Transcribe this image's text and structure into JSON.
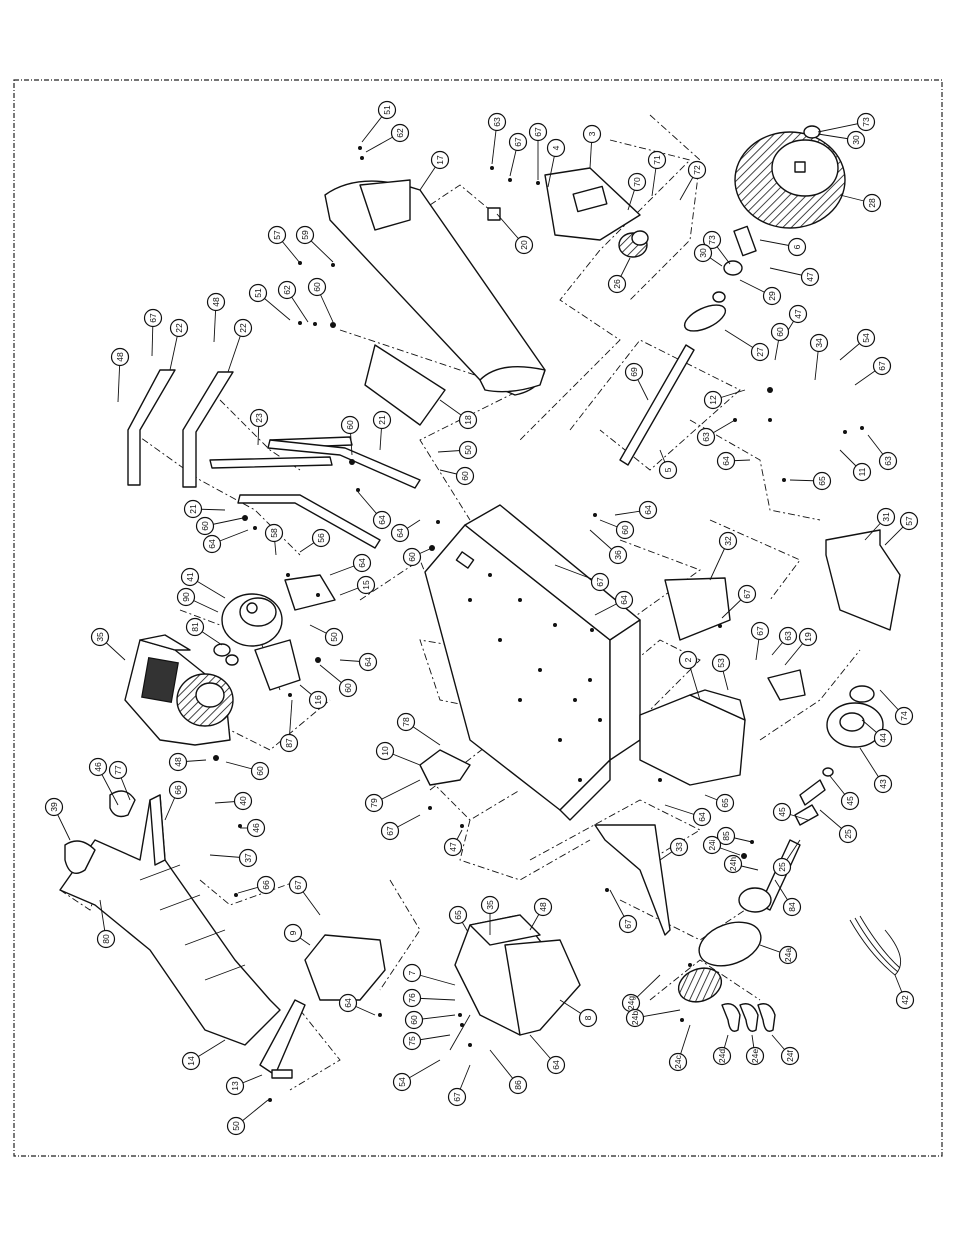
{
  "diagram": {
    "callouts": [
      {
        "id": "c51a",
        "label": "51"
      },
      {
        "id": "c62a",
        "label": "62"
      },
      {
        "id": "c17",
        "label": "17"
      },
      {
        "id": "c63a",
        "label": "63"
      },
      {
        "id": "c67a",
        "label": "67"
      },
      {
        "id": "c67b",
        "label": "67"
      },
      {
        "id": "c4",
        "label": "4"
      },
      {
        "id": "c3",
        "label": "3"
      },
      {
        "id": "c20",
        "label": "20"
      },
      {
        "id": "c73a",
        "label": "73"
      },
      {
        "id": "c30a",
        "label": "30"
      },
      {
        "id": "c28",
        "label": "28"
      },
      {
        "id": "c70",
        "label": "70"
      },
      {
        "id": "c71",
        "label": "71"
      },
      {
        "id": "c72",
        "label": "72"
      },
      {
        "id": "c26",
        "label": "26"
      },
      {
        "id": "c6",
        "label": "6"
      },
      {
        "id": "c73b",
        "label": "73"
      },
      {
        "id": "c30b",
        "label": "30"
      },
      {
        "id": "c47a",
        "label": "47"
      },
      {
        "id": "c29",
        "label": "29"
      },
      {
        "id": "c27",
        "label": "27"
      },
      {
        "id": "c57a",
        "label": "57"
      },
      {
        "id": "c59a",
        "label": "59"
      },
      {
        "id": "c51b",
        "label": "51"
      },
      {
        "id": "c62b",
        "label": "62"
      },
      {
        "id": "c60a",
        "label": "60"
      },
      {
        "id": "c18",
        "label": "18"
      },
      {
        "id": "c67c",
        "label": "67"
      },
      {
        "id": "c22a",
        "label": "22"
      },
      {
        "id": "c48a",
        "label": "48"
      },
      {
        "id": "c22b",
        "label": "22"
      },
      {
        "id": "c48b",
        "label": "48"
      },
      {
        "id": "c23",
        "label": "23"
      },
      {
        "id": "c69",
        "label": "69"
      },
      {
        "id": "c47b",
        "label": "47"
      },
      {
        "id": "c60b",
        "label": "60"
      },
      {
        "id": "c34",
        "label": "34"
      },
      {
        "id": "c54a",
        "label": "54"
      },
      {
        "id": "c12",
        "label": "12"
      },
      {
        "id": "c67d",
        "label": "67"
      },
      {
        "id": "c63b",
        "label": "63"
      },
      {
        "id": "c5",
        "label": "5"
      },
      {
        "id": "c64a",
        "label": "64"
      },
      {
        "id": "c65a",
        "label": "65"
      },
      {
        "id": "c11",
        "label": "11"
      },
      {
        "id": "c63c",
        "label": "63"
      },
      {
        "id": "c21a",
        "label": "21"
      },
      {
        "id": "c60c",
        "label": "60"
      },
      {
        "id": "c50a",
        "label": "50"
      },
      {
        "id": "c60d",
        "label": "60"
      },
      {
        "id": "c21b",
        "label": "21"
      },
      {
        "id": "c60e",
        "label": "60"
      },
      {
        "id": "c64b",
        "label": "64"
      },
      {
        "id": "c64c",
        "label": "64"
      },
      {
        "id": "c60f",
        "label": "60"
      },
      {
        "id": "c64d",
        "label": "64"
      },
      {
        "id": "c36",
        "label": "36"
      },
      {
        "id": "c60g",
        "label": "60"
      },
      {
        "id": "c64e",
        "label": "64"
      },
      {
        "id": "c58",
        "label": "58"
      },
      {
        "id": "c56",
        "label": "56"
      },
      {
        "id": "c41",
        "label": "41"
      },
      {
        "id": "c90",
        "label": "90"
      },
      {
        "id": "c64f",
        "label": "64"
      },
      {
        "id": "c15",
        "label": "15"
      },
      {
        "id": "c50b",
        "label": "50"
      },
      {
        "id": "c81",
        "label": "81"
      },
      {
        "id": "c35a",
        "label": "35"
      },
      {
        "id": "c64g",
        "label": "64"
      },
      {
        "id": "c60h",
        "label": "60"
      },
      {
        "id": "c16",
        "label": "16"
      },
      {
        "id": "c87",
        "label": "87"
      },
      {
        "id": "c48c",
        "label": "48"
      },
      {
        "id": "c60i",
        "label": "60"
      },
      {
        "id": "c32",
        "label": "32"
      },
      {
        "id": "c67e",
        "label": "67"
      },
      {
        "id": "c67f",
        "label": "67"
      },
      {
        "id": "c64h",
        "label": "64"
      },
      {
        "id": "c31",
        "label": "31"
      },
      {
        "id": "c57b",
        "label": "57"
      },
      {
        "id": "c2",
        "label": "2"
      },
      {
        "id": "c53",
        "label": "53"
      },
      {
        "id": "c67g",
        "label": "67"
      },
      {
        "id": "c63d",
        "label": "63"
      },
      {
        "id": "c19",
        "label": "19"
      },
      {
        "id": "c74",
        "label": "74"
      },
      {
        "id": "c44",
        "label": "44"
      },
      {
        "id": "c43",
        "label": "43"
      },
      {
        "id": "c45a",
        "label": "45"
      },
      {
        "id": "c25a",
        "label": "25"
      },
      {
        "id": "c45b",
        "label": "45"
      },
      {
        "id": "c25b",
        "label": "25"
      },
      {
        "id": "c65b",
        "label": "65"
      },
      {
        "id": "c64i",
        "label": "64"
      },
      {
        "id": "c85",
        "label": "85"
      },
      {
        "id": "c24i",
        "label": "24i"
      },
      {
        "id": "c24h",
        "label": "24h"
      },
      {
        "id": "c84",
        "label": "84"
      },
      {
        "id": "c24g",
        "label": "24g"
      },
      {
        "id": "c24a",
        "label": "24a"
      },
      {
        "id": "c24b",
        "label": "24b"
      },
      {
        "id": "c24c",
        "label": "24c"
      },
      {
        "id": "c24d",
        "label": "24d"
      },
      {
        "id": "c24e",
        "label": "24e"
      },
      {
        "id": "c24f",
        "label": "24f"
      },
      {
        "id": "c42",
        "label": "42"
      },
      {
        "id": "c33",
        "label": "33"
      },
      {
        "id": "c67h",
        "label": "67"
      },
      {
        "id": "c78",
        "label": "78"
      },
      {
        "id": "c10",
        "label": "10"
      },
      {
        "id": "c79",
        "label": "79"
      },
      {
        "id": "c67i",
        "label": "67"
      },
      {
        "id": "c47c",
        "label": "47"
      },
      {
        "id": "c46a",
        "label": "46"
      },
      {
        "id": "c77",
        "label": "77"
      },
      {
        "id": "c66a",
        "label": "66"
      },
      {
        "id": "c40",
        "label": "40"
      },
      {
        "id": "c39",
        "label": "39"
      },
      {
        "id": "c46b",
        "label": "46"
      },
      {
        "id": "c37",
        "label": "37"
      },
      {
        "id": "c66b",
        "label": "66"
      },
      {
        "id": "c80",
        "label": "80"
      },
      {
        "id": "c67j",
        "label": "67"
      },
      {
        "id": "c9",
        "label": "9"
      },
      {
        "id": "c64j",
        "label": "64"
      },
      {
        "id": "c14",
        "label": "14"
      },
      {
        "id": "c13",
        "label": "13"
      },
      {
        "id": "c50c",
        "label": "50"
      },
      {
        "id": "c35b",
        "label": "35"
      },
      {
        "id": "c48d",
        "label": "48"
      },
      {
        "id": "c65c",
        "label": "65"
      },
      {
        "id": "c7",
        "label": "7"
      },
      {
        "id": "c76",
        "label": "76"
      },
      {
        "id": "c60j",
        "label": "60"
      },
      {
        "id": "c75",
        "label": "75"
      },
      {
        "id": "c8",
        "label": "8"
      },
      {
        "id": "c64k",
        "label": "64"
      },
      {
        "id": "c86",
        "label": "86"
      },
      {
        "id": "c54b",
        "label": "54"
      },
      {
        "id": "c67k",
        "label": "67"
      }
    ]
  }
}
